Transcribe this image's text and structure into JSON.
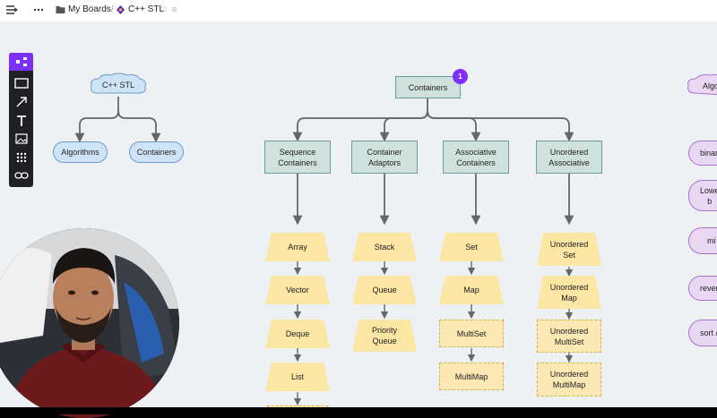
{
  "topbar": {
    "menu_icon": "menu-arrow-icon",
    "more_icon": "more-dots-icon",
    "breadcrumb_folder": "My Boards",
    "board_title": "C++ STL"
  },
  "toolbar": {
    "tools": [
      "mindmap-icon",
      "rectangle-icon",
      "arrow-icon",
      "text-icon",
      "image-icon",
      "grid-icon",
      "link-icon"
    ]
  },
  "mindmap": {
    "root": "C++ STL",
    "children": [
      "Algorithms",
      "Containers"
    ]
  },
  "containers": {
    "title": "Containers",
    "badge": "1",
    "groups": [
      {
        "label": "Sequence\nContainers",
        "items": [
          "Array",
          "Vector",
          "Deque",
          "List"
        ]
      },
      {
        "label": "Container\nAdaptors",
        "items": [
          "Stack",
          "Queue",
          "Priority\nQueue"
        ]
      },
      {
        "label": "Associative\nContainers",
        "items": [
          "Set",
          "Map",
          "MultiSet",
          "MultiMap"
        ]
      },
      {
        "label": "Unordered\nAssociative",
        "items": [
          "Unordered\nSet",
          "Unordered\nMap",
          "Unordered\nMultiSet",
          "Unordered\nMultiMap"
        ]
      }
    ]
  },
  "algorithms_partial": {
    "cloud": "Algo",
    "items": [
      "binar",
      "Lowe\nb",
      "mi",
      "rever",
      "sort /"
    ]
  }
}
